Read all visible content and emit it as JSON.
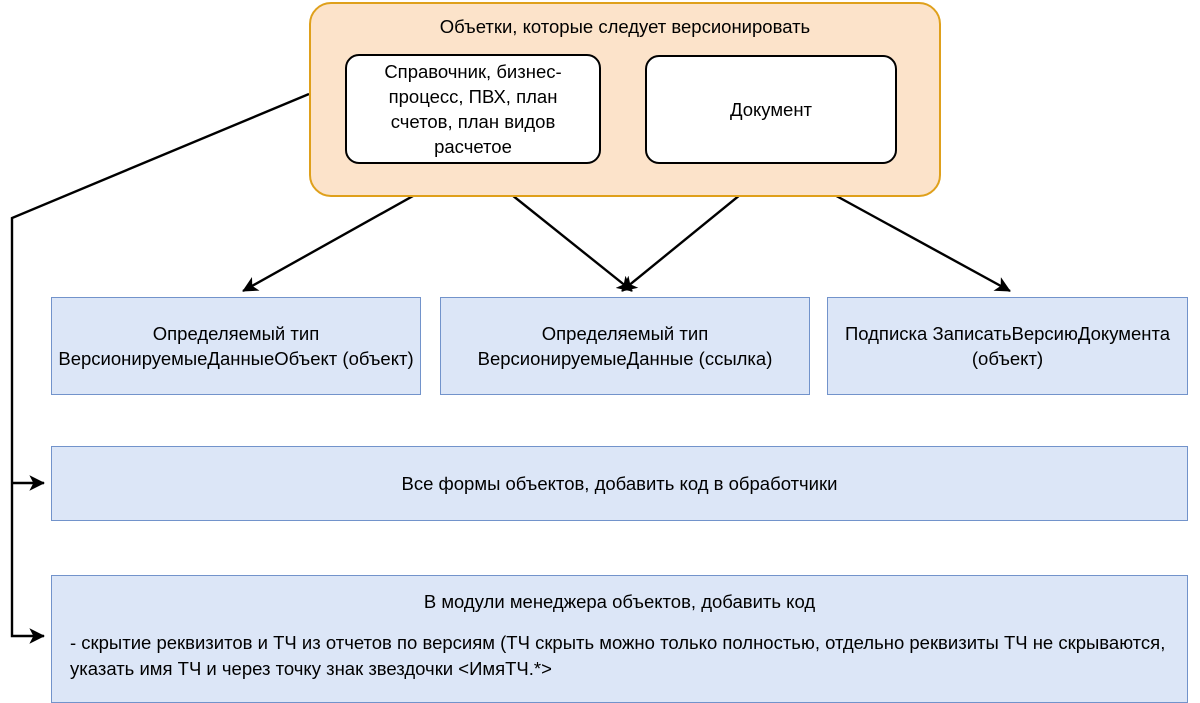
{
  "diagram": {
    "group": {
      "title": "Объетки, которые следует версионировать",
      "fill_color": "#fce3ca",
      "border_color": "#dfa01b",
      "items": [
        {
          "label": "Справочник, бизнес-процесс, ПВХ, план счетов, план видов расчетое"
        },
        {
          "label": "Документ"
        }
      ]
    },
    "targets": [
      {
        "label": "Определяемый тип ВерсионируемыеДанныеОбъект (объект)"
      },
      {
        "label": "Определяемый тип ВерсионируемыеДанные (ссылка)"
      },
      {
        "label": "Подписка ЗаписатьВерсиюДокумента (объект)"
      }
    ],
    "forms_box": {
      "label": "Все формы объектов, добавить код в обработчики"
    },
    "modules_box": {
      "title": "В модули менеджера объектов, добавить код",
      "body": "- скрытие реквизитов и ТЧ из отчетов по версиям (ТЧ скрыть можно только полностью, отдельно реквизиты ТЧ не скрываются, указать имя ТЧ и через точку знак звездочки <ИмяТЧ.*>"
    },
    "style": {
      "box_fill": "#dce6f7",
      "box_border": "#7293cb",
      "connector_color": "#000000"
    }
  }
}
